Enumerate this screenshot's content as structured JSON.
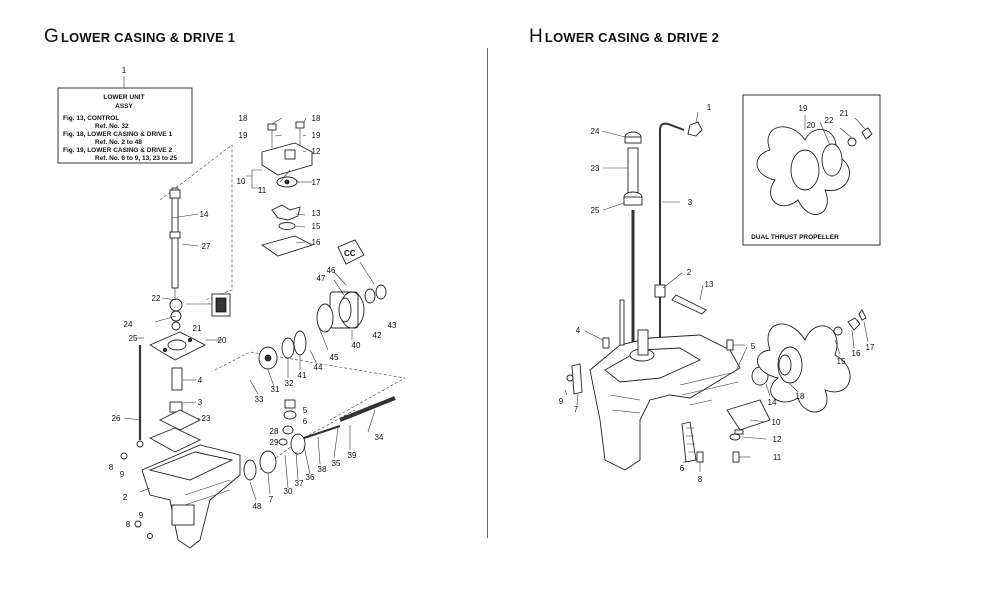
{
  "panels": {
    "left": {
      "letter": "G",
      "title": "LOWER CASING & DRIVE 1"
    },
    "right": {
      "letter": "H",
      "title": "LOWER CASING & DRIVE 2"
    }
  },
  "assy_box": {
    "lines": [
      "LOWER UNIT",
      "ASSY",
      "Fig. 13, CONTROL",
      "Ref. No. 32",
      "Fig. 18, LOWER CASING & DRIVE 1",
      "Ref. No. 2 to 48",
      "Fig. 19, LOWER CASING & DRIVE 2",
      "Ref. No. 6 to 9, 13, 23 to 25"
    ]
  },
  "inset": {
    "caption": "DUAL THRUST PROPELLER"
  },
  "left_callouts": [
    "1",
    "18",
    "18",
    "19",
    "19",
    "12",
    "10",
    "11",
    "17",
    "14",
    "13",
    "15",
    "27",
    "16",
    "46",
    "47",
    "22",
    "43",
    "24",
    "21",
    "42",
    "25",
    "20",
    "40",
    "45",
    "41",
    "44",
    "31",
    "32",
    "4",
    "3",
    "33",
    "26",
    "23",
    "5",
    "6",
    "28",
    "29",
    "34",
    "39",
    "8",
    "9",
    "36",
    "37",
    "38",
    "35",
    "2",
    "48",
    "7",
    "30",
    "9",
    "8"
  ],
  "right_callouts": [
    "1",
    "24",
    "23",
    "3",
    "25",
    "19",
    "22",
    "21",
    "20",
    "2",
    "13",
    "4",
    "5",
    "15",
    "16",
    "17",
    "9",
    "7",
    "14",
    "18",
    "10",
    "12",
    "11",
    "6",
    "8"
  ]
}
